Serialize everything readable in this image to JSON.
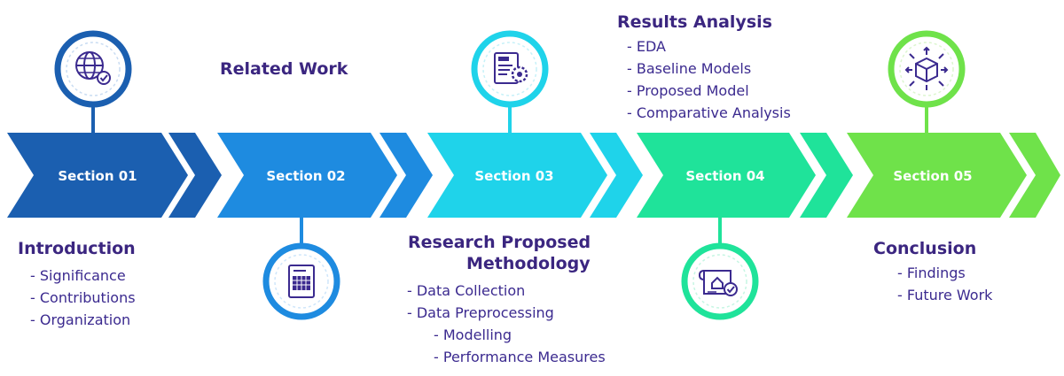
{
  "colors": {
    "s1": "#1b5fb0",
    "s2": "#1e8be0",
    "s3": "#1fd3ea",
    "s4": "#1fe39a",
    "s5": "#6fe24a",
    "text": "#3b2a8f"
  },
  "sections": [
    {
      "label": "Section 01",
      "title": "Introduction",
      "items": [
        "- Significance",
        "- Contributions",
        "- Organization"
      ],
      "icon": "globe-check-icon"
    },
    {
      "label": "Section 02",
      "title": "Related Work",
      "items": [],
      "icon": "document-table-icon"
    },
    {
      "label": "Section 03",
      "title": "Research Proposed Methodology",
      "title_lines": [
        "Research Proposed",
        "Methodology"
      ],
      "items": [
        "- Data Collection",
        "- Data Preprocessing",
        "- Modelling",
        "- Performance Measures"
      ],
      "icon": "document-gear-icon"
    },
    {
      "label": "Section 04",
      "title": "Results Analysis",
      "items": [
        "- EDA",
        "- Baseline Models",
        "- Proposed Model",
        "- Comparative Analysis"
      ],
      "icon": "certificate-check-icon"
    },
    {
      "label": "Section 05",
      "title": "Conclusion",
      "items": [
        "- Findings",
        "- Future Work"
      ],
      "icon": "box-arrows-icon"
    }
  ]
}
